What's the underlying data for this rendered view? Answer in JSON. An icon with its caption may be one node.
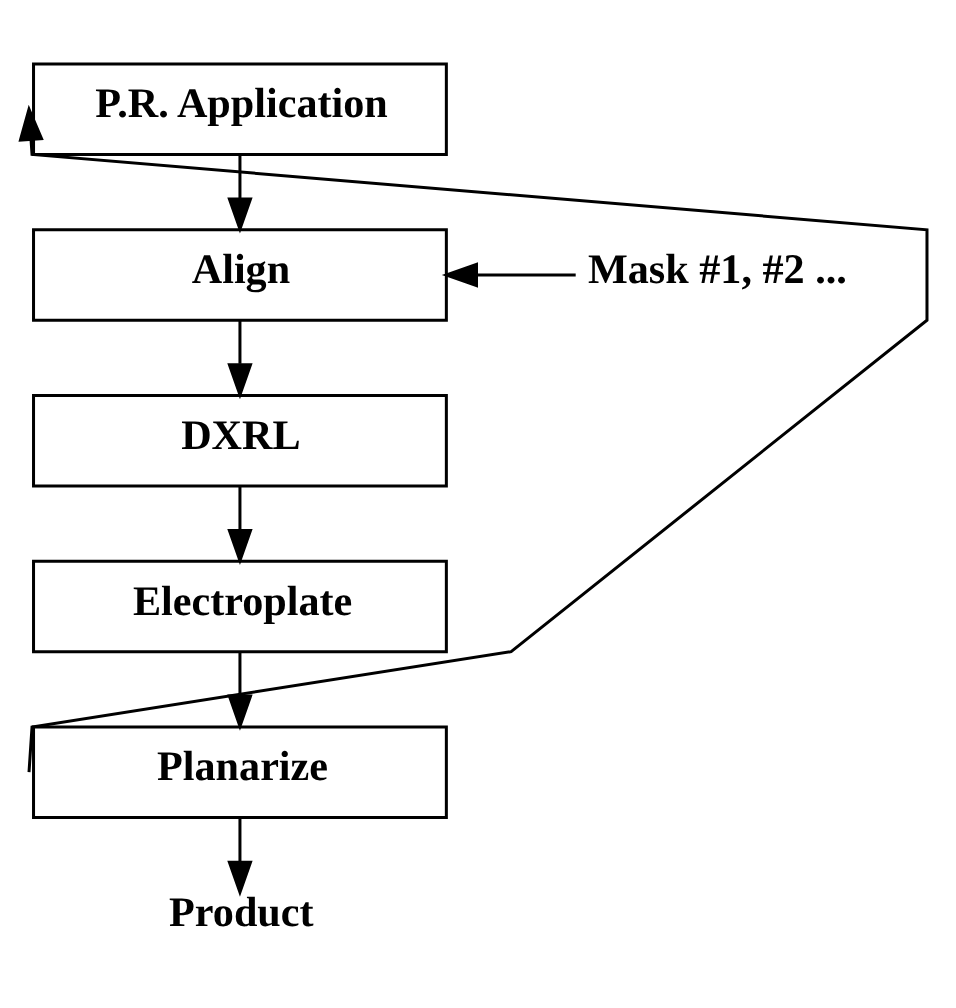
{
  "diagram": {
    "nodes": [
      {
        "text": [
          "P.R. Application"
        ]
      },
      {
        "text": [
          "Align"
        ]
      },
      {
        "text": [
          "DXRL"
        ]
      },
      {
        "text": [
          "Electroplate"
        ]
      },
      {
        "text": [
          "Planarize"
        ]
      },
      {
        "text": [
          "Mask #1, #2 ..."
        ]
      },
      {
        "text": [
          "Product"
        ]
      }
    ],
    "edges": [
      {
        "from": 0,
        "to": 1,
        "arrow": "to"
      },
      {
        "from": 5,
        "to": 1,
        "arrow": "to"
      },
      {
        "from": 1,
        "to": 2,
        "arrow": "to"
      },
      {
        "from": 2,
        "to": 3,
        "arrow": "to"
      },
      {
        "from": 3,
        "to": 4,
        "arrow": "to"
      },
      {
        "from": 4,
        "to": 6,
        "arrow": "to"
      },
      {
        "from": 4,
        "to": 0,
        "arrow": "to"
      }
    ]
  }
}
